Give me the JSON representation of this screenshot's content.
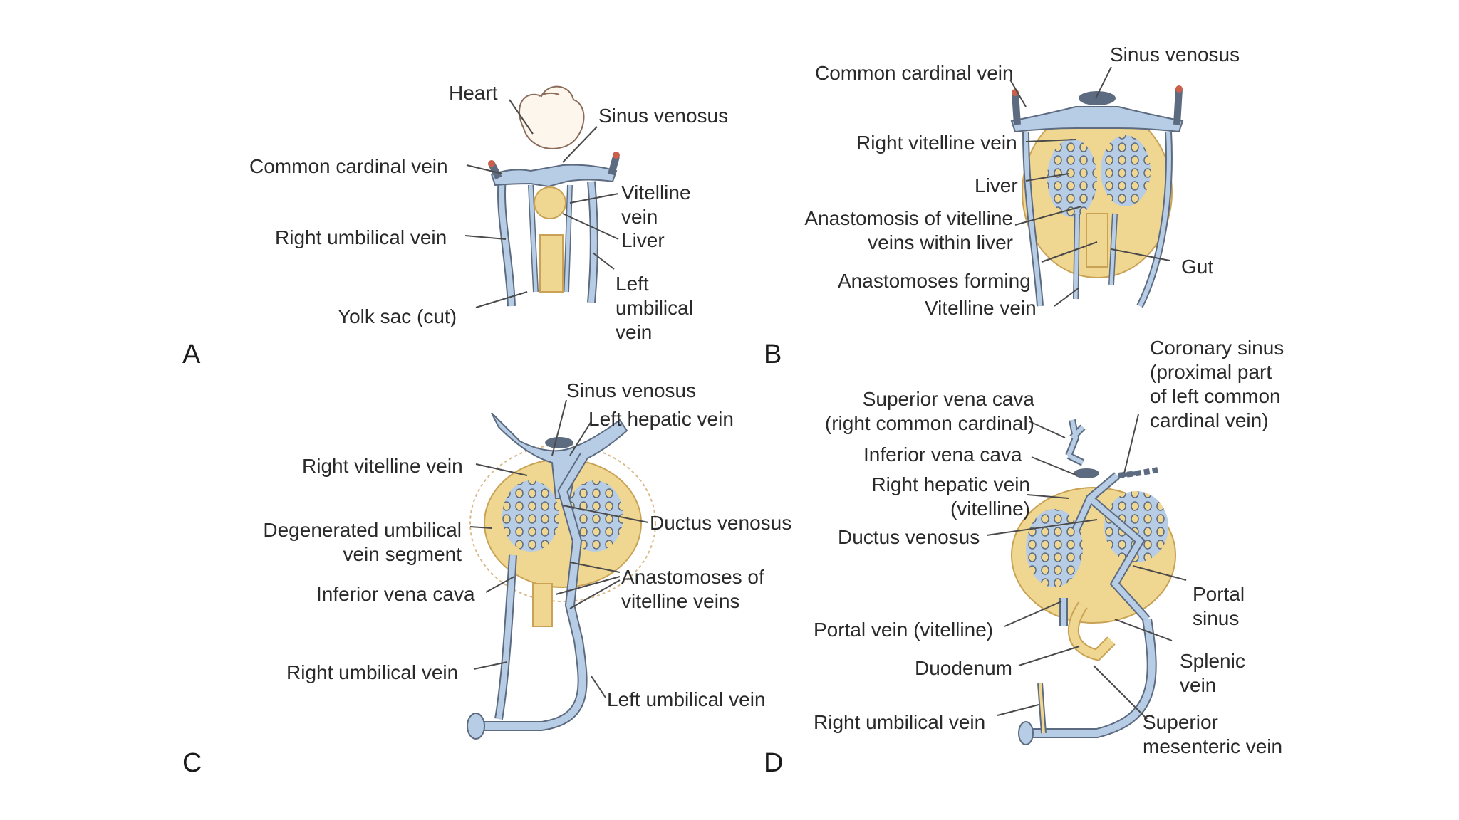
{
  "colors": {
    "vein": "#b7cde6",
    "vein_stroke": "#5d6b80",
    "liver": "#efd691",
    "liver_stroke": "#c9a255",
    "artery_tip": "#c8604c",
    "leader": "#4a4a4a"
  },
  "panels": {
    "A": {
      "letter": "A",
      "heart": "Heart",
      "sinus_venosus": "Sinus venosus",
      "common_cardinal_vein": "Common cardinal vein",
      "vitelline_vein": "Vitelline\nvein",
      "liver": "Liver",
      "right_umbilical_vein": "Right umbilical vein",
      "left_umbilical_vein": "Left\numbilical\nvein",
      "yolk_sac": "Yolk sac (cut)"
    },
    "B": {
      "letter": "B",
      "sinus_venosus": "Sinus venosus",
      "common_cardinal_vein": "Common cardinal vein",
      "right_vitelline_vein": "Right vitelline vein",
      "liver": "Liver",
      "anastomosis": "Anastomosis of vitelline\nveins within liver",
      "gut": "Gut",
      "anastomoses_forming": "Anastomoses forming",
      "vitelline_vein": "Vitelline vein"
    },
    "C": {
      "letter": "C",
      "sinus_venosus": "Sinus venosus",
      "left_hepatic_vein": "Left hepatic vein",
      "right_vitelline_vein": "Right vitelline vein",
      "ductus_venosus": "Ductus venosus",
      "degenerated": "Degenerated umbilical\nvein segment",
      "anastomoses": "Anastomoses of\nvitelline veins",
      "inferior_vena_cava": "Inferior vena cava",
      "right_umbilical_vein": "Right umbilical vein",
      "left_umbilical_vein": "Left umbilical vein"
    },
    "D": {
      "letter": "D",
      "coronary_sinus": "Coronary sinus\n(proximal part\nof left common\ncardinal vein)",
      "svc": "Superior vena cava\n(right common cardinal)",
      "ivc": "Inferior vena cava",
      "right_hepatic_vein": "Right hepatic vein\n(vitelline)",
      "ductus_venosus": "Ductus venosus",
      "portal_sinus": "Portal\nsinus",
      "portal_vein": "Portal vein (vitelline)",
      "splenic_vein": "Splenic\nvein",
      "duodenum": "Duodenum",
      "right_umbilical_vein": "Right umbilical vein",
      "superior_mesenteric_vein": "Superior\nmesenteric vein"
    }
  }
}
